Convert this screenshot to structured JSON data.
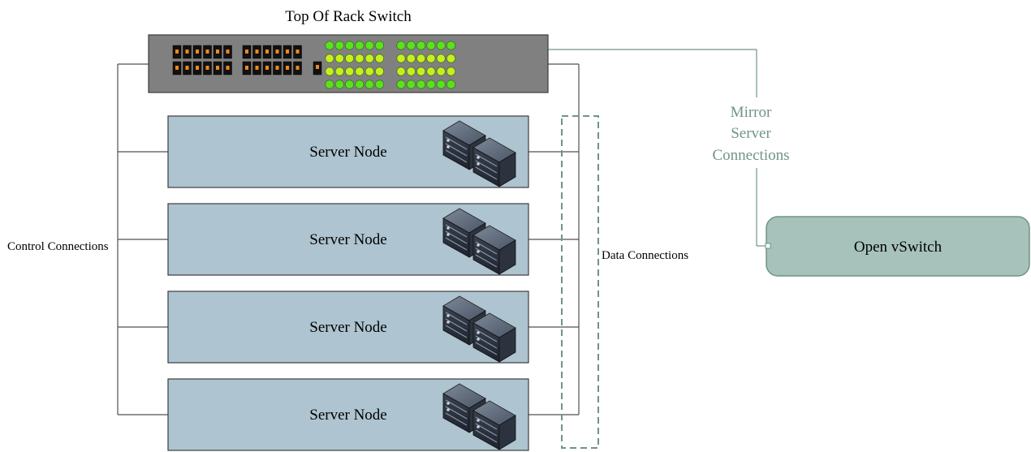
{
  "switch": {
    "title": "Top Of Rack Switch"
  },
  "servers": [
    {
      "label": "Server Node"
    },
    {
      "label": "Server Node"
    },
    {
      "label": "Server Node"
    },
    {
      "label": "Server Node"
    }
  ],
  "labels": {
    "control": "Control Connections",
    "data": "Data Connections",
    "mirror": [
      "Mirror",
      "Server",
      "Connections"
    ]
  },
  "ovs": {
    "label": "Open vSwitch"
  },
  "colors": {
    "server_fill": "#aec4d0",
    "switch_fill": "#808080",
    "ovs_fill": "#a6c2ba",
    "mirror_line": "#6e9488",
    "led_green": "#5ce01e",
    "led_yellow": "#c8ee1e",
    "port_orange": "#f0881e"
  }
}
